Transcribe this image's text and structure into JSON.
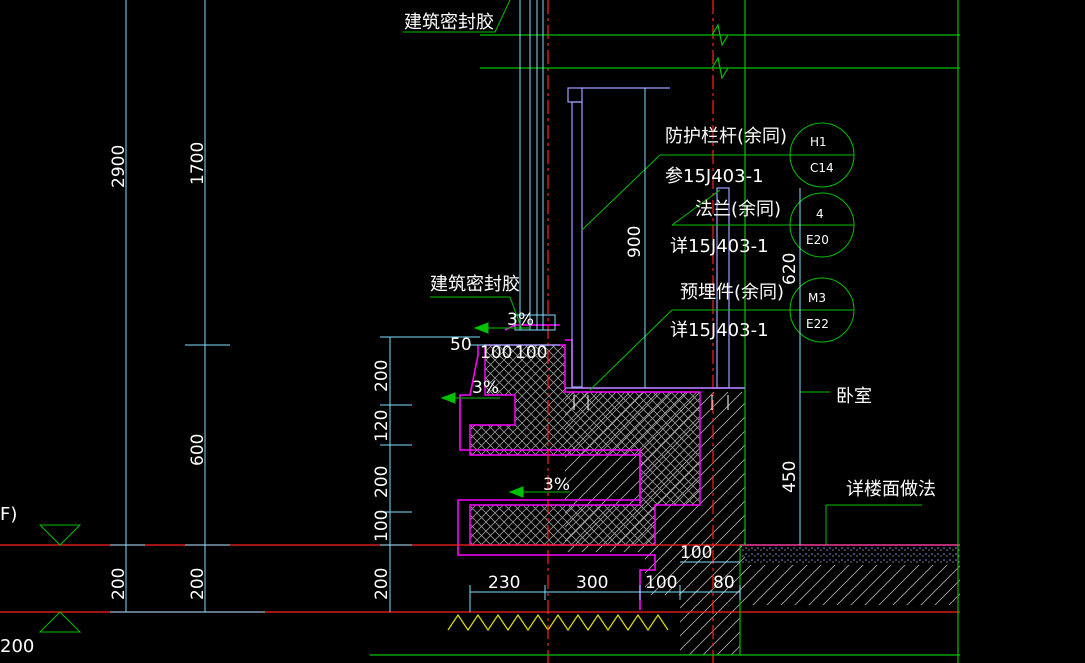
{
  "labels": {
    "sealant_top": "建筑密封胶",
    "sealant_mid": "建筑密封胶",
    "railing": "防护栏杆(余同)",
    "railing_ref": "参15J403-1",
    "flange": "法兰(余同)",
    "flange_ref": "详15J403-1",
    "embedded": "预埋件(余同)",
    "embedded_ref": "详15J403-1",
    "bedroom": "卧室",
    "floor_ref": "详楼面做法",
    "left_f": "F)",
    "left_200": "200"
  },
  "callouts": [
    {
      "top": "H1",
      "bottom": "C14"
    },
    {
      "top": "4",
      "bottom": "E20"
    },
    {
      "top": "M3",
      "bottom": "E22"
    }
  ],
  "dimensions": {
    "v_2900": "2900",
    "v_200_a": "200",
    "v_1700": "1700",
    "v_600": "600",
    "v_200_b": "200",
    "v_900": "900",
    "v_620": "620",
    "v_450": "450",
    "stack": [
      "200",
      "120",
      "200",
      "100",
      "200"
    ],
    "h_50": "50",
    "h_100a": "100",
    "h_100b": "100",
    "h_230": "230",
    "h_300": "300",
    "h_100c": "100",
    "h_80": "80",
    "h_100d": "100"
  },
  "slopes": [
    "3%",
    "3%",
    "3%"
  ],
  "colors": {
    "background": "#000000",
    "green": "#00c000",
    "cyan": "#7fdfff",
    "red": "#ff2020",
    "magenta": "#ff00ff",
    "white": "#ffffff",
    "hatch": "#b0b0b0",
    "blue": "#4040ff",
    "yellow": "#e0e000"
  }
}
